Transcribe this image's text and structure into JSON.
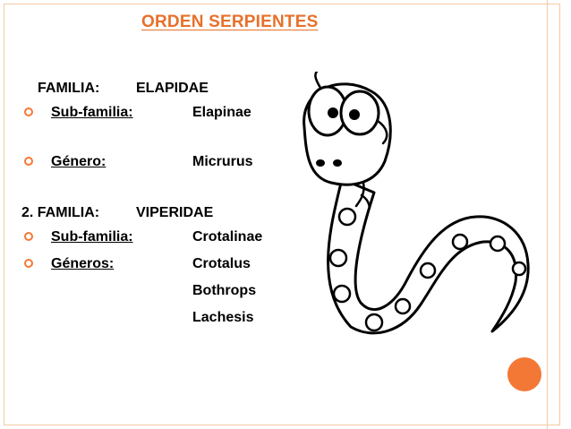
{
  "title": "ORDEN SERPIENTES",
  "familia1": {
    "label": "FAMILIA:",
    "value": "ELAPIDAE"
  },
  "rows1": [
    {
      "label": "Sub-familia:",
      "value": "Elapinae"
    },
    {
      "label": "Género:",
      "value": "Micrurus"
    }
  ],
  "familia2": {
    "label": "2. FAMILIA:",
    "value": "VIPERIDAE"
  },
  "rows2": [
    {
      "label": "Sub-familia:",
      "value": "Crotalinae"
    },
    {
      "label": "Géneros:",
      "value": "Crotalus"
    }
  ],
  "generos_extra": [
    "Bothrops",
    "Lachesis"
  ],
  "colors": {
    "accent": "#f47835",
    "title": "#e8702a",
    "frame": "#f4c9a5"
  }
}
